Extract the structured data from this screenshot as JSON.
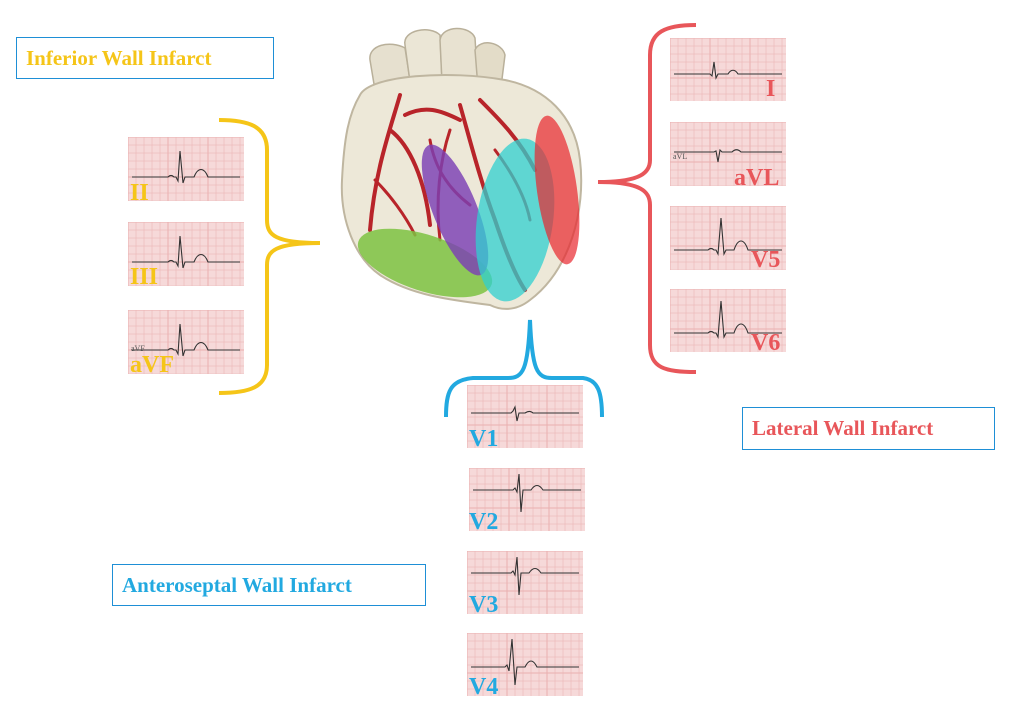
{
  "colors": {
    "inferior": "#f5c518",
    "lateral": "#e8565a",
    "anteroseptal": "#22a9e0",
    "box_border": "#1e8fd6",
    "ecg_paper": "#f6d9d9",
    "ecg_grid": "#e9b0b0",
    "zone_inferior": "#7dc242",
    "zone_septal": "#7b3fb5",
    "zone_anterior": "#2fd0d0",
    "zone_lateral": "#e8262e"
  },
  "titles": {
    "inferior": "Inferior Wall Infarct",
    "lateral": "Lateral Wall Infarct",
    "anteroseptal": "Anteroseptal Wall Infarct"
  },
  "inferior_leads": [
    "II",
    "III",
    "aVF"
  ],
  "lateral_leads": [
    "I",
    "aVL",
    "V5",
    "V6"
  ],
  "anteroseptal_leads": [
    "V1",
    "V2",
    "V3",
    "V4"
  ],
  "strip_tags": {
    "aVF_strip": "aVF",
    "aVL_strip": "aVL"
  }
}
